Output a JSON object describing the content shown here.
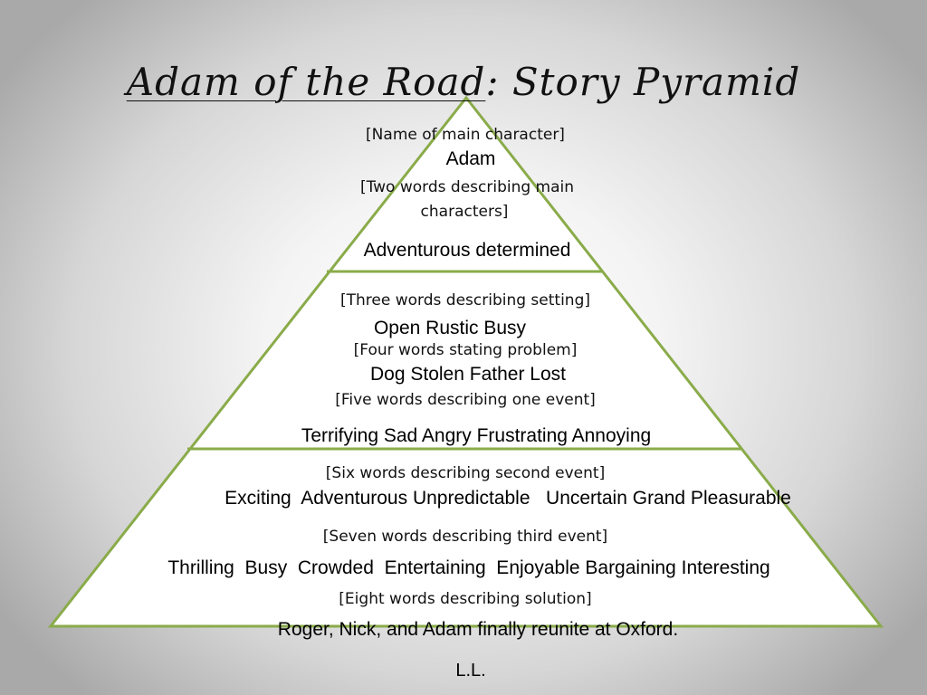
{
  "slide": {
    "title_underlined": "Adam of the Road",
    "title_rest": ": Story Pyramid",
    "colors": {
      "outline": "#8aab4a",
      "fill": "#ffffff"
    },
    "prompts": [
      "[Name of main character]",
      "[Two words describing main",
      "characters]",
      "[Three words describing setting]",
      "[Four words stating problem]",
      "[Five words describing one event]",
      "[Six words describing second event]",
      "[Seven words describing third event]",
      "[Eight words describing solution]"
    ],
    "answers": [
      "Adam",
      "Adventurous determined",
      "Open Rustic Busy",
      "Dog Stolen Father Lost",
      "Terrifying Sad Angry Frustrating Annoying",
      "Exciting  Adventurous Unpredictable   Uncertain Grand Pleasurable",
      "Thrilling  Busy  Crowded  Entertaining  Enjoyable Bargaining Interesting",
      "Roger, Nick, and Adam finally reunite at Oxford."
    ],
    "initials": "L.L."
  }
}
